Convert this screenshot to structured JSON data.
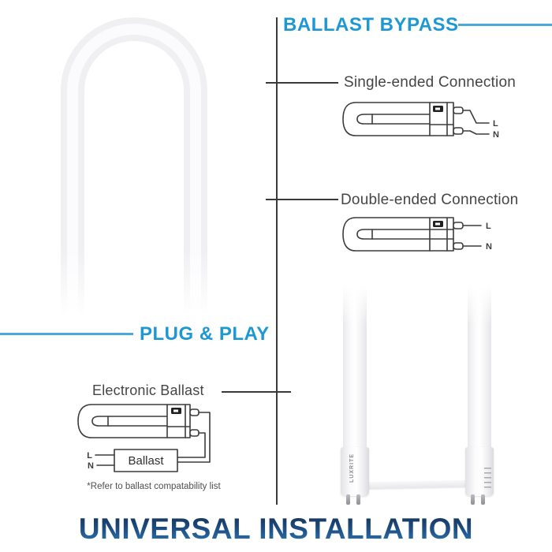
{
  "headings": {
    "ballast_bypass": "BALLAST BYPASS",
    "plug_play": "PLUG & PLAY",
    "universal": "UNIVERSAL INSTALLATION"
  },
  "labels": {
    "single_ended": "Single-ended Connection",
    "double_ended": "Double-ended Connection",
    "electronic_ballast": "Electronic Ballast",
    "ballast_box": "Ballast",
    "note": "*Refer to ballast compatability list",
    "wire_live": "L",
    "wire_neutral": "N",
    "brand_vertical": "LUXRITE"
  },
  "colors": {
    "accent_blue": "#1e98d5",
    "accent_line_blue": "#4ba9d9",
    "divider_gray": "#3a3a3a",
    "diagram_stroke": "#3c3c3c",
    "label_gray": "#454545",
    "title_gradient_top": "#132f52",
    "title_gradient_bottom": "#2e7ab6",
    "tube_white": "#f0f0f3"
  }
}
